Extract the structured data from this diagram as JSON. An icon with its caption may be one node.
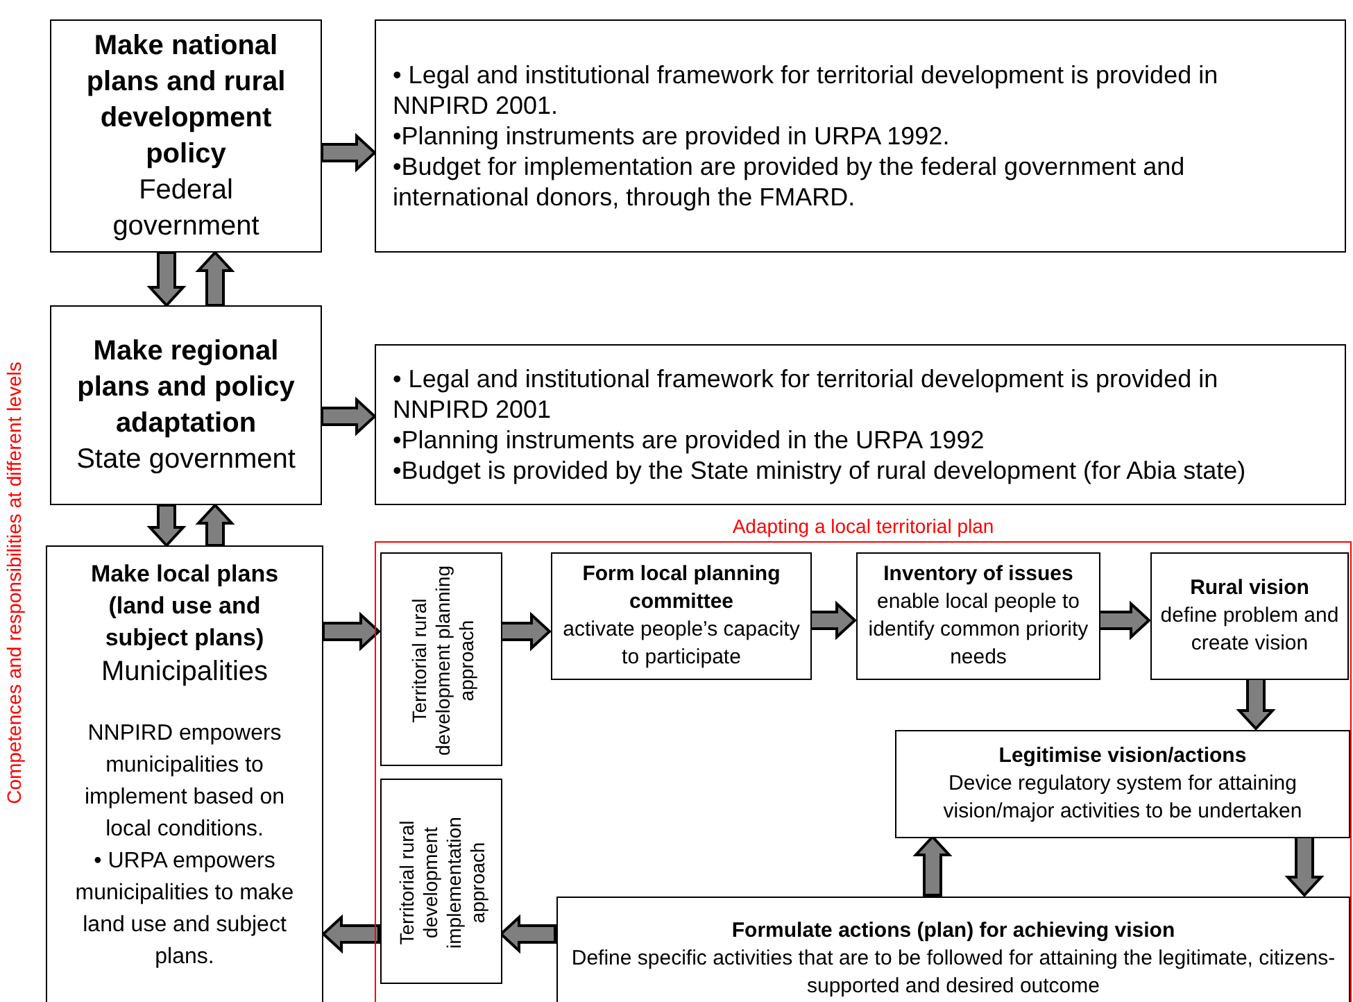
{
  "diagram": {
    "nodes": [
      {
        "text": [
          "Make national plans and rural development policy",
          "Federal government"
        ]
      },
      {
        "text": [
          "• Legal and institutional framework for territorial development is provided in NNPIRD 2001.",
          "•Planning instruments are provided in URPA 1992.",
          "•Budget for implementation are provided by the federal government and international donors, through the FMARD."
        ]
      },
      {
        "text": [
          "Make regional plans and policy adaptation",
          "State government"
        ]
      },
      {
        "text": [
          "• Legal and institutional framework for territorial development is provided in NNPIRD 2001",
          "•Planning instruments are provided in the URPA 1992",
          "•Budget is provided by the State ministry of rural development (for Abia state)"
        ]
      },
      {
        "text": [
          "Make local plans (land use and subject plans)",
          "Municipalities",
          "NNPIRD empowers municipalities to implement based on local conditions.",
          "• URPA empowers municipalities to make land use and subject plans."
        ]
      },
      {
        "text": [
          "Adapting a local territorial plan"
        ]
      },
      {
        "text": [
          "Territorial rural development planning approach"
        ],
        "in": 5
      },
      {
        "text": [
          "Territorial rural development implementation approach"
        ],
        "in": 5
      },
      {
        "text": [
          "Form local planning committee",
          "activate people’s capacity to participate"
        ],
        "in": 5
      },
      {
        "text": [
          "Inventory of issues",
          "enable local people to identify common priority needs"
        ],
        "in": 5
      },
      {
        "text": [
          "Rural vision",
          "define problem and create vision"
        ],
        "in": 5
      },
      {
        "text": [
          "Legitimise vision/actions",
          "Device regulatory system for attaining vision/major activities to be undertaken"
        ],
        "in": 5
      },
      {
        "text": [
          "Formulate actions (plan) for achieving vision",
          "Define specific activities that are to be followed for attaining the legitimate, citizens-supported and desired outcome"
        ],
        "in": 5
      }
    ],
    "edges": [
      {
        "from": 0,
        "to": 2,
        "arrow": "to"
      },
      {
        "from": 2,
        "to": 0,
        "arrow": "to"
      },
      {
        "from": 0,
        "to": 1,
        "arrow": "to"
      },
      {
        "from": 2,
        "to": 3,
        "arrow": "to"
      },
      {
        "from": 2,
        "to": 4,
        "arrow": "to"
      },
      {
        "from": 4,
        "to": 2,
        "arrow": "to"
      },
      {
        "from": 4,
        "to": 6,
        "arrow": "to"
      },
      {
        "from": 6,
        "to": 8,
        "arrow": "to"
      },
      {
        "from": 8,
        "to": 9,
        "arrow": "to"
      },
      {
        "from": 9,
        "to": 10,
        "arrow": "to"
      },
      {
        "from": 10,
        "to": 11,
        "arrow": "to"
      },
      {
        "from": 11,
        "to": 12,
        "arrow": "to"
      },
      {
        "from": 12,
        "to": 11,
        "arrow": "to"
      },
      {
        "from": 12,
        "to": 7,
        "arrow": "to"
      },
      {
        "from": 7,
        "to": 4,
        "arrow": "to"
      }
    ],
    "labels": [
      "Competences and responsibilities at different levels"
    ]
  }
}
